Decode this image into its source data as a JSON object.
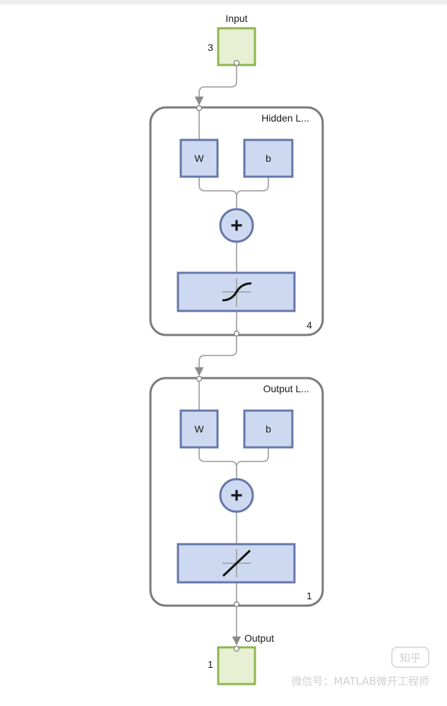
{
  "input": {
    "label": "Input",
    "size": "3"
  },
  "hidden_layer": {
    "title": "Hidden L...",
    "weight_label": "W",
    "bias_label": "b",
    "sum_symbol": "+",
    "size": "4"
  },
  "output_layer": {
    "title": "Output L...",
    "weight_label": "W",
    "bias_label": "b",
    "sum_symbol": "+",
    "size": "1"
  },
  "output": {
    "label": "Output",
    "size": "1"
  },
  "watermark": {
    "badge": "知乎",
    "text": "微信号：MATLAB微开工程师"
  },
  "colors": {
    "io_fill": "#e8f0d4",
    "io_stroke": "#8db64e",
    "block_fill": "#ccd9f0",
    "block_stroke": "#6677a8",
    "layer_stroke": "#7a7a7a",
    "wire": "#a6a6a6"
  }
}
